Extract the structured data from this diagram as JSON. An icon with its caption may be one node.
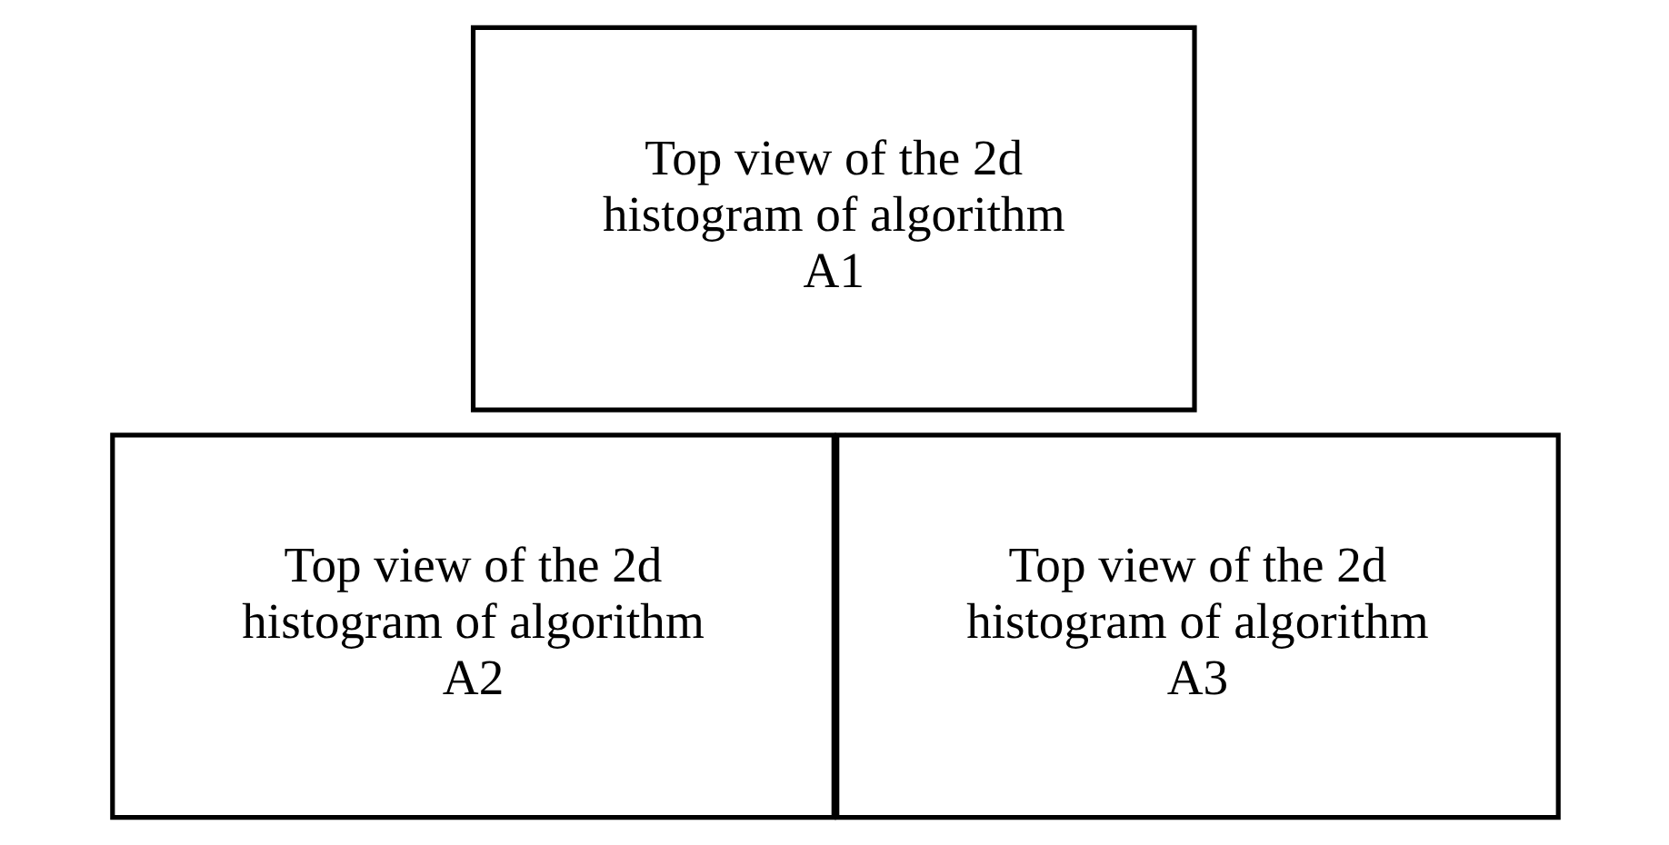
{
  "diagram": {
    "nodes": [
      {
        "text": [
          "Top view of the 2d histogram of algorithm A1"
        ]
      },
      {
        "text": [
          "Top view of the 2d histogram of algorithm A2"
        ]
      },
      {
        "text": [
          "Top view of the 2d histogram of algorithm A3"
        ]
      }
    ],
    "edges": []
  }
}
